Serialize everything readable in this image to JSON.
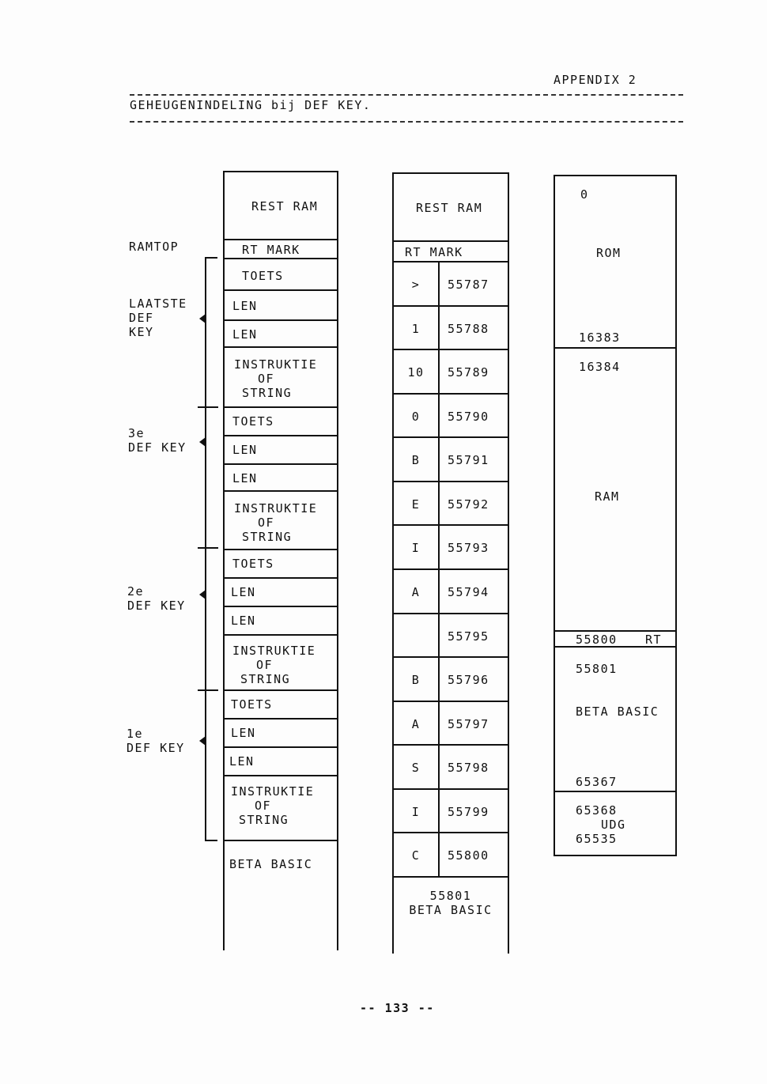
{
  "header": {
    "appendix": "APPENDIX 2",
    "title": "GEHEUGENINDELING bij DEF KEY."
  },
  "left_labels": {
    "ramtop": "RAMTOP",
    "laatste": [
      "LAATSTE",
      "DEF",
      "KEY"
    ],
    "third": [
      "3e",
      "DEF KEY"
    ],
    "second": [
      "2e",
      "DEF KEY"
    ],
    "first": [
      "1e",
      "DEF KEY"
    ]
  },
  "col1": {
    "rest_ram": "REST RAM",
    "rt_mark": "RT MARK",
    "toets": "TOETS",
    "len": "LEN",
    "instr": [
      "INSTRUKTIE",
      "OF",
      "STRING"
    ],
    "beta_basic": "BETA BASIC"
  },
  "col2": {
    "rest_ram": "REST RAM",
    "rt_mark": "RT MARK",
    "rows": [
      {
        "key": ">",
        "addr": "55787"
      },
      {
        "key": "1",
        "addr": "55788"
      },
      {
        "key": "10",
        "addr": "55789"
      },
      {
        "key": "0",
        "addr": "55790"
      },
      {
        "key": "B",
        "addr": "55791"
      },
      {
        "key": "E",
        "addr": "55792"
      },
      {
        "key": "I",
        "addr": "55793"
      },
      {
        "key": "A",
        "addr": "55794"
      },
      {
        "key": "",
        "addr": "55795"
      },
      {
        "key": "B",
        "addr": "55796"
      },
      {
        "key": "A",
        "addr": "55797"
      },
      {
        "key": "S",
        "addr": "55798"
      },
      {
        "key": "I",
        "addr": "55799"
      },
      {
        "key": "C",
        "addr": "55800"
      }
    ],
    "bottom_addr": "55801",
    "bottom_label": "BETA BASIC"
  },
  "col3": {
    "zero": "0",
    "rom": "ROM",
    "rom_end": "16383",
    "ram_start": "16384",
    "ram": "RAM",
    "rt_addr": "55800",
    "rt": "RT",
    "bb_start": "55801",
    "bb": "BETA BASIC",
    "bb_end": "65367",
    "udg_start": "65368",
    "udg": "UDG",
    "udg_end": "65535"
  },
  "footer": {
    "page": "-- 133 --"
  }
}
